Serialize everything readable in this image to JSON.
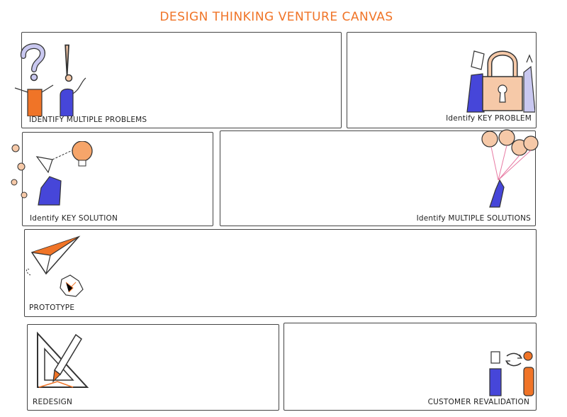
{
  "title": "DESIGN THINKING VENTURE CANVAS",
  "colors": {
    "accent_orange": "#f07427",
    "accent_blue": "#4646d9",
    "peach": "#f6c9a8",
    "lavender": "#c9c8f0",
    "outline": "#333333"
  },
  "panels": {
    "identify_multiple_problems": {
      "label": "IDENTIFY MULTIPLE PROBLEMS",
      "icon": "people-question-exclamation-icon"
    },
    "identify_key_problem": {
      "label": "Identify KEY PROBLEM",
      "icon": "padlock-icon"
    },
    "identify_key_solution": {
      "label": "Identify KEY SOLUTION",
      "icon": "slingshot-lightbulb-icon"
    },
    "identify_multiple_solutions": {
      "label": "Identify MULTIPLE SOLUTIONS",
      "icon": "lightbulb-balloons-icon"
    },
    "prototype": {
      "label": "PROTOTYPE",
      "icon": "paper-plane-icon"
    },
    "redesign": {
      "label": "REDESIGN",
      "icon": "pencil-set-square-icon"
    },
    "customer_revalidation": {
      "label": "CUSTOMER REVALIDATION",
      "icon": "people-exchange-icon"
    }
  }
}
